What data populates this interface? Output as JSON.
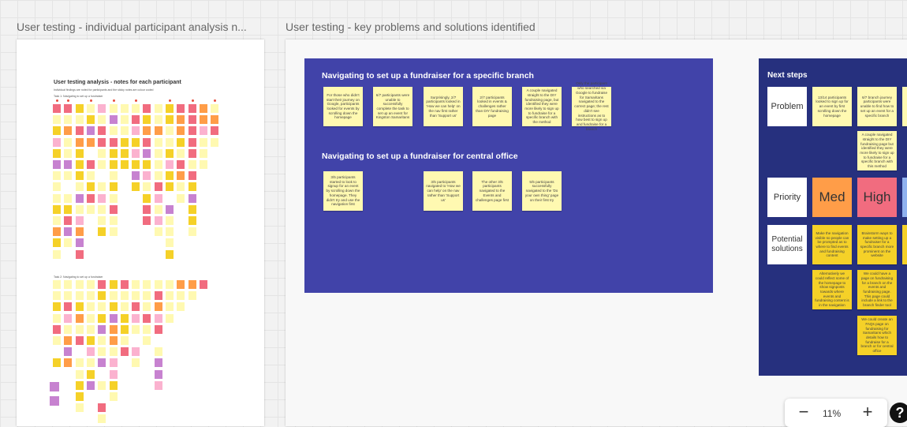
{
  "frames": {
    "frame1_title": "User testing - individual participant analysis n...",
    "frame2_title": "User testing - key problems and solutions identified"
  },
  "analysis_board": {
    "title": "User testing analysis - notes for each participant",
    "subtitle": "Individual findings are noted for participants and the sticky notes are colour coded",
    "group1_label": "Task 1: Navigating to set up a fundraiser",
    "group2_label": "Task 2: Navigating to set up a fundraiser"
  },
  "branch_section": {
    "heading": "Navigating to set up a fundraiser for a specific branch",
    "notes": [
      "For those who didn't start their journey on Google, participants looked for events by scrolling down the homepage",
      "6/7 participants were unable to successfully complete the task to set up an event for Kingston Samaritans",
      "Surprisingly, 2/7 participants looked in 'How we can help' on the nav first rather than 'Support us'",
      "2/7 participants looked in events & challenges rather than DIY fundraising page",
      "A couple navigated straight to the DIY fundraising page, but identified they were more likely to sign up to fundraise for a specific branch with the method",
      "Only the participant who searched via Google to fundraise for Samaritans navigated to the correct page; the rest didn't see instructions as to how best to sign up and fundraise for a branch"
    ]
  },
  "central_section": {
    "heading": "Navigating to set up a fundraiser for central office",
    "notes": [
      "3/5 participants started to look to signup for an event by scrolling down the homepage. They didn't try and use the navigation first",
      "3/5 participants navigated to 'How we can help' on the nav rather than 'Support us'",
      "The other 3/5 participants navigated to the Events and challenges page first",
      "5/5 participants successfully navigated to the 'Do your own thing' page on their first try"
    ]
  },
  "next_steps": {
    "heading": "Next steps",
    "row_labels": {
      "problem": "Problem",
      "priority": "Priority",
      "solutions": "Potential solutions"
    },
    "problem_notes": [
      "13/14 participants looked to sign up for an event by first scrolling down the homepage",
      "6/7 branch journey participants were unable to find how to set up an event for a specific branch",
      "A couple navigated straight to the DIY fundraising page but identified they were more likely to sign up to fundraise for a specific branch with this method"
    ],
    "priority_values": [
      "Med",
      "High"
    ],
    "solution_notes": [
      "Make the navigation visible so people can be prompted as to where to find events and fundraising content",
      "Brainstorm ways to make setting up a fundraiser for a specific branch more prominent on the website",
      "Alternatively we could reflect some of the homepage to show signposts towards where events and fundraising content is in the navigation",
      "We could have a page on fundraising for a branch on the events and fundraising page. This page could include a link to the branch finder tool",
      "We could create an FAQs page on fundraising for Samaritans which details how to fundraise for a branch or for central office"
    ]
  },
  "zoom": {
    "level": "11%",
    "minus": "−",
    "plus": "+",
    "help": "?"
  },
  "colors": {
    "board_blue": "#4143a9",
    "next_steps_navy": "#26307e",
    "sticky_yellow": "#fff9b1",
    "sticky_gold": "#f5d128",
    "priority_med": "#ff9d48",
    "priority_high": "#f16c7f"
  }
}
